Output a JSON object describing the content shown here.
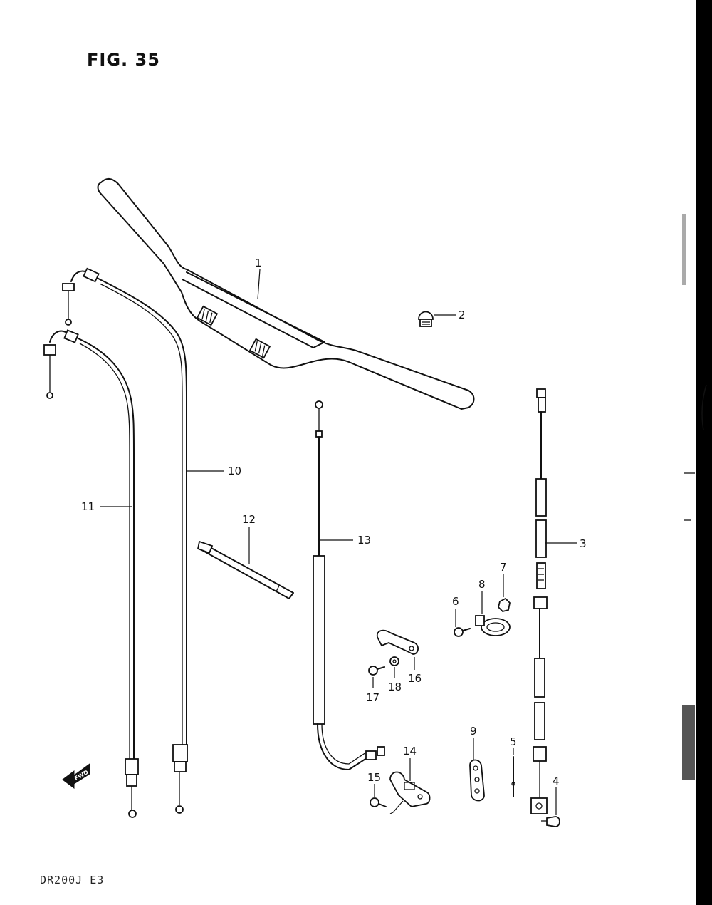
{
  "header": {
    "figure_title": "FIG. 35"
  },
  "footer": {
    "model_code": "DR200J E3"
  },
  "fwd_arrow": {
    "label": "FWD"
  },
  "callouts": [
    {
      "id": "1",
      "label": "1"
    },
    {
      "id": "2",
      "label": "2"
    },
    {
      "id": "3",
      "label": "3"
    },
    {
      "id": "4",
      "label": "4"
    },
    {
      "id": "5",
      "label": "5"
    },
    {
      "id": "6",
      "label": "6"
    },
    {
      "id": "7",
      "label": "7"
    },
    {
      "id": "8",
      "label": "8"
    },
    {
      "id": "9",
      "label": "9"
    },
    {
      "id": "10",
      "label": "10"
    },
    {
      "id": "11",
      "label": "11"
    },
    {
      "id": "12",
      "label": "12"
    },
    {
      "id": "13",
      "label": "13"
    },
    {
      "id": "14",
      "label": "14"
    },
    {
      "id": "15",
      "label": "15"
    },
    {
      "id": "16",
      "label": "16"
    },
    {
      "id": "17",
      "label": "17"
    },
    {
      "id": "18",
      "label": "18"
    }
  ]
}
